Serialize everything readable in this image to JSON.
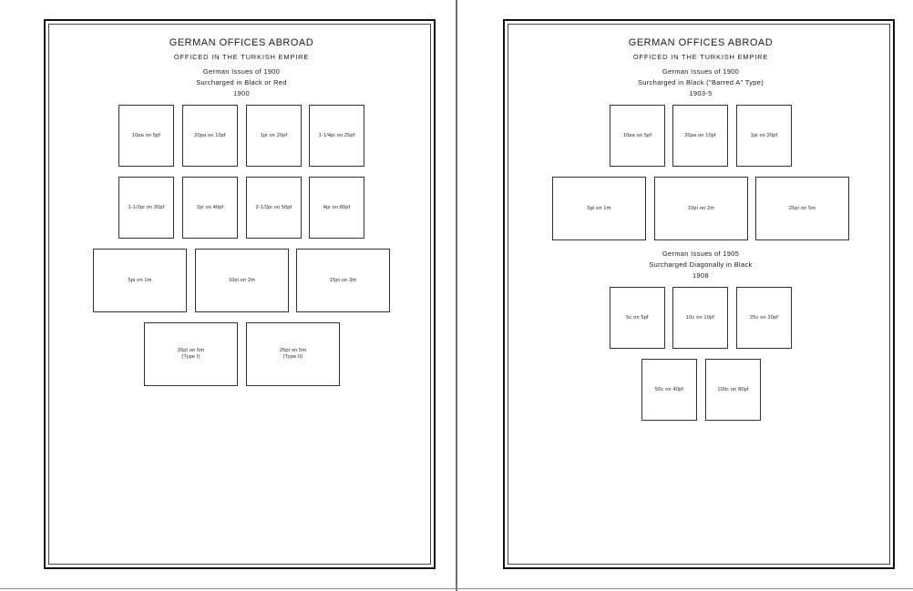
{
  "left_page": {
    "title": "GERMAN OFFICES ABROAD",
    "subtitle": "OFFICED IN THE TURKISH EMPIRE",
    "heading1": "German Issues of 1900",
    "heading2": "Surcharged in Black or Red",
    "year": "1900",
    "row1": [
      "10pa on 5pf",
      "20pa on 10pf",
      "1pi on 20pf",
      "1-1/4pi on 25pf"
    ],
    "row2": [
      "1-1/2pi on 30pf",
      "2pi on 40pf",
      "2-1/2pi on 50pf",
      "4pi on 80pf"
    ],
    "row3": [
      "5pi on 1m",
      "10pi on 2m",
      "15pi on 3m"
    ],
    "row4": [
      "25pi on 5m\n(Type I)",
      "25pi on 5m\n(Type II)"
    ]
  },
  "right_page": {
    "title": "GERMAN OFFICES ABROAD",
    "subtitle": "OFFICED IN THE TURKISH EMPIRE",
    "heading1": "German Issues of 1900",
    "heading2": "Surcharged in Black (\"Barred A\" Type)",
    "year": "1903-5",
    "row1": [
      "10pa on 5pf",
      "20pa on 10pf",
      "1pi on 20pf"
    ],
    "row2": [
      "5pi on 1m",
      "10pi on 2m",
      "25pi on 5m"
    ],
    "heading3": "German Issues of 1905",
    "heading4": "Surcharged Diagonally in Black",
    "year2": "1908",
    "row3": [
      "5c on 5pf",
      "10c on 10pf",
      "25c on 20pf"
    ],
    "row4": [
      "50c on 40pf",
      "100c on 80pf"
    ]
  }
}
